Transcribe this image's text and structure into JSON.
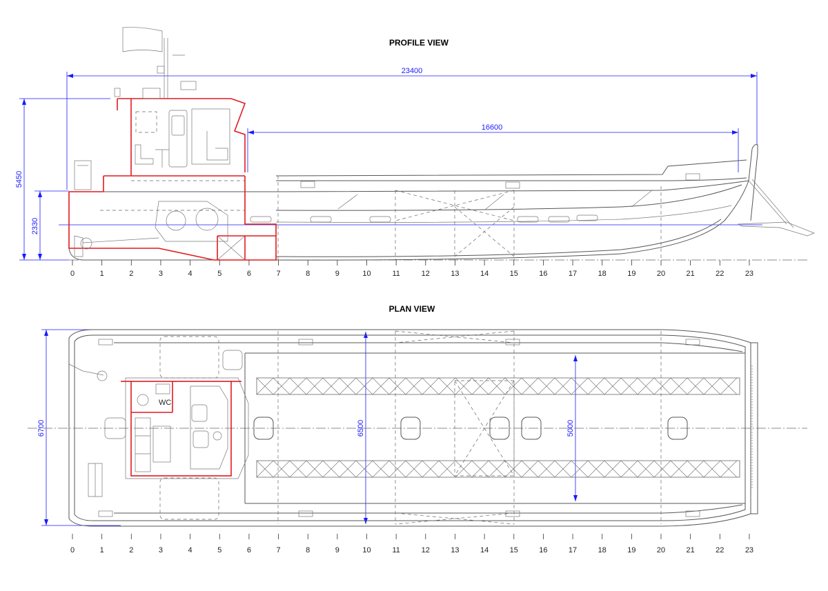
{
  "views": {
    "profile_title": "PROFILE VIEW",
    "plan_title": "PLAN VIEW"
  },
  "dimensions": {
    "overall_length": "23400",
    "deck_length": "16600",
    "height": "5450",
    "draft": "2330",
    "beam": "6700",
    "inner_beam": "6500",
    "ramp_width": "5000"
  },
  "labels": {
    "wc": "WC"
  },
  "frames": [
    "0",
    "1",
    "2",
    "3",
    "4",
    "5",
    "6",
    "7",
    "8",
    "9",
    "10",
    "11",
    "12",
    "13",
    "14",
    "15",
    "16",
    "17",
    "18",
    "19",
    "20",
    "21",
    "22",
    "23"
  ],
  "colors": {
    "structure": "#e0191f",
    "dimension": "#1a1aff",
    "line": "#555555"
  }
}
